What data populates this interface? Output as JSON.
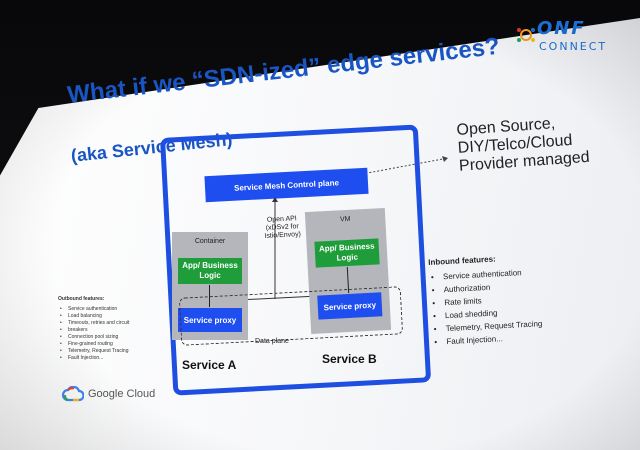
{
  "slide": {
    "logo": {
      "word": "ONF",
      "sub": "CONNECT"
    },
    "title": "What if we “SDN-ized” edge services?",
    "subtitle": "(aka Service Mesh)",
    "right_note": [
      "Open Source,",
      "DIY/Telco/Cloud",
      "Provider managed"
    ],
    "diagram": {
      "control_plane": "Service Mesh Control plane",
      "api_label": [
        "Open API",
        "(xDSv2 for",
        "Istio/Envoy)"
      ],
      "container_label": "Container",
      "vm_label": "VM",
      "app_logic_a": "App/ Business Logic",
      "app_logic_b": "App/ Business Logic",
      "proxy_a": "Service proxy",
      "proxy_b": "Service proxy",
      "data_plane": "Data plane",
      "service_a": "Service A",
      "service_b": "Service B"
    },
    "inbound": {
      "heading": "Inbound features:",
      "items": [
        "Service authentication",
        "Authorization",
        "Rate limits",
        "Load shedding",
        "Telemetry, Request Tracing",
        "Fault Injection..."
      ]
    },
    "outbound": {
      "heading": "Outbound features:",
      "items": [
        "Service authentication",
        "Load balancing",
        "Timeouts, retries and circuit",
        "breakers",
        "Connection pool sizing",
        "Fine-grained routing",
        "Telemetry, Request Tracing",
        "Fault Injection..."
      ]
    },
    "brand": "Google Cloud",
    "colors": {
      "blue": "#1f4ef0",
      "green": "#1f9d3a",
      "title_blue": "#1a55c4",
      "gray_box": "#b4b6bb"
    }
  }
}
